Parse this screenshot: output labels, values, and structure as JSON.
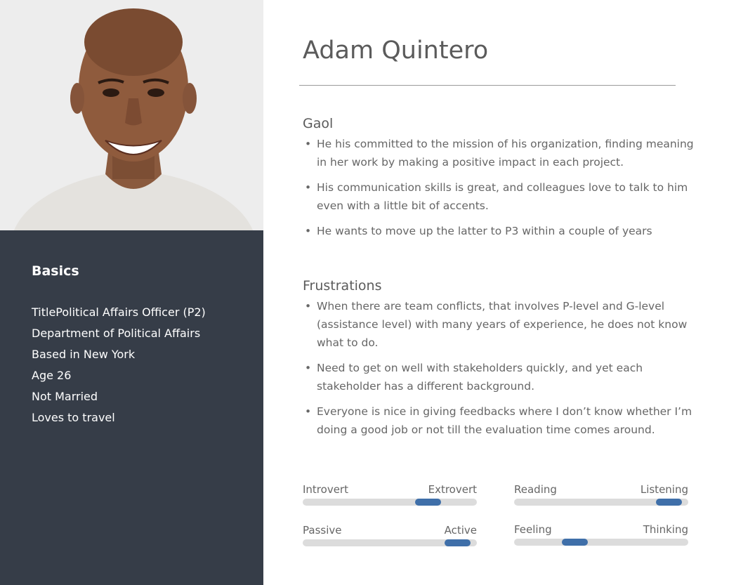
{
  "profile": {
    "name": "Adam Quintero",
    "photo_icon": "person-portrait-icon"
  },
  "basics": {
    "title": "Basics",
    "items": [
      "TitlePolitical Affairs Officer (P2)",
      "Department of Political Affairs",
      "Based in New York",
      "Age 26",
      "Not Married",
      "Loves to travel"
    ]
  },
  "goal": {
    "title": "Gaol",
    "items": [
      "He his committed to the mission of his organization, finding meaning in her work by making a positive impact in each project.",
      "His communication skills is great, and colleagues love to talk to him even with a little bit of accents.",
      "He wants to move up the latter to P3 within a couple of years"
    ]
  },
  "frustrations": {
    "title": "Frustrations",
    "items": [
      "When there are team conflicts, that involves P-level and G-level (assistance level) with many years of experience, he does not know what to do.",
      "Need to get on well with stakeholders quickly, and yet each stakeholder has a different background.",
      "Everyone is nice in giving feedbacks where I don’t know whether I’m doing a good job or not till the evaluation time comes around."
    ]
  },
  "traits": [
    {
      "left": "Introvert",
      "right": "Extrovert",
      "level": 0.72
    },
    {
      "left": "Reading",
      "right": "Listening",
      "level": 0.89
    },
    {
      "left": "Passive",
      "right": "Active",
      "level": 0.89
    },
    {
      "left": "Feeling",
      "right": "Thinking",
      "level": 0.35
    }
  ],
  "colors": {
    "sidebar": "#363d48",
    "accent": "#3f6fa9",
    "track": "#dcdcdc"
  }
}
